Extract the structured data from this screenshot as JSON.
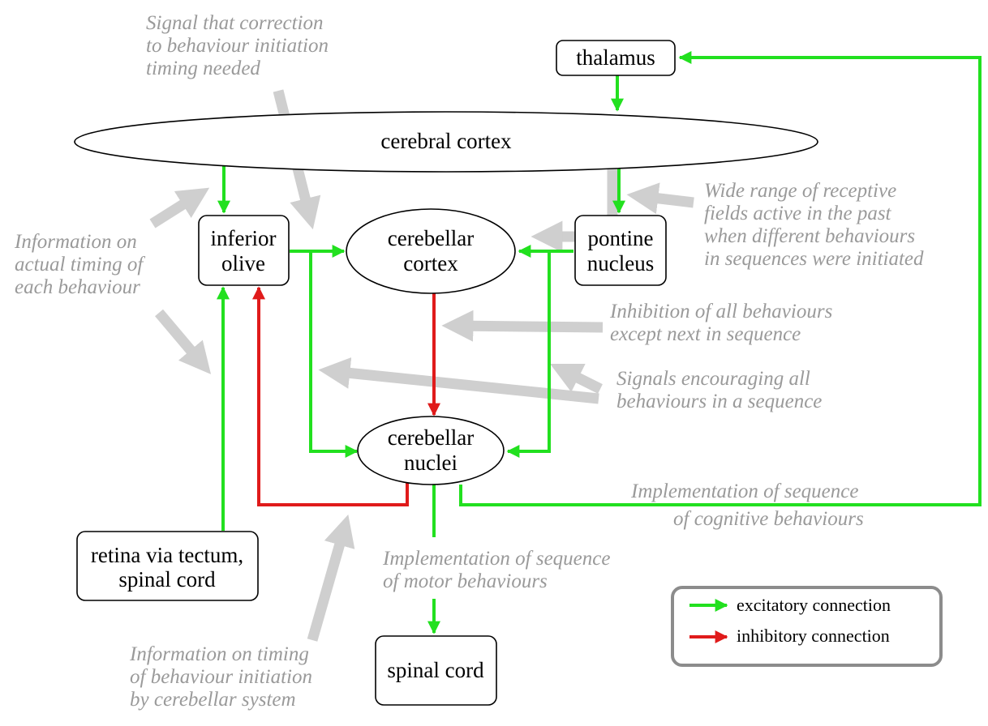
{
  "nodes": {
    "thalamus": "thalamus",
    "cerebral_cortex": "cerebral cortex",
    "inferior_olive": [
      "inferior",
      "olive"
    ],
    "cerebellar_cortex": [
      "cerebellar",
      "cortex"
    ],
    "pontine_nucleus": [
      "pontine",
      "nucleus"
    ],
    "cerebellar_nuclei": [
      "cerebellar",
      "nuclei"
    ],
    "retina": [
      "retina via tectum,",
      "spinal cord"
    ],
    "spinal_cord": "spinal cord"
  },
  "annotations": {
    "correction_signal": [
      "Signal that correction",
      "to behaviour initiation",
      "timing needed"
    ],
    "actual_timing": [
      "Information on",
      "actual timing of",
      "each behaviour"
    ],
    "receptive_fields": [
      "Wide range of receptive",
      "fields active in the past",
      "when different behaviours",
      "in sequences were initiated"
    ],
    "inhibition": [
      "Inhibition of all behaviours",
      "except next in sequence"
    ],
    "encouraging": [
      "Signals encouraging all",
      "behaviours in a sequence"
    ],
    "cognitive": [
      "Implementation of sequence",
      "of cognitive behaviours"
    ],
    "motor": [
      "Implementation of sequence",
      "of motor behaviours"
    ],
    "timing_info": [
      "Information on timing",
      "of behaviour initiation",
      "by cerebellar system"
    ]
  },
  "legend": {
    "excitatory": "excitatory connection",
    "inhibitory": "inhibitory connection"
  },
  "colors": {
    "excitatory": "#22e01f",
    "inhibitory": "#e01b1b",
    "annotation": "#9a9a9a",
    "annotation_arrow": "#cfcfcf"
  }
}
